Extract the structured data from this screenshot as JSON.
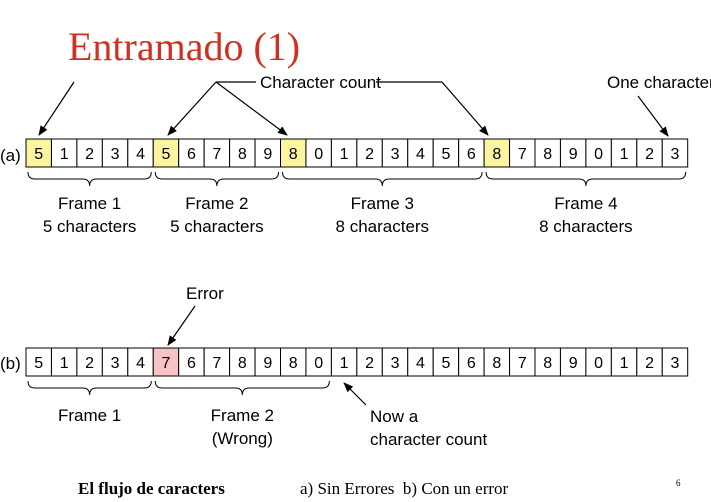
{
  "slide": {
    "title": "Entramado (1)",
    "footer_bold": "El flujo de caracters",
    "footer_text": "a) Sin Errores  b) Con un error",
    "page_mark": "6"
  },
  "colors": {
    "title": "#d0301f",
    "count_highlight": "#fbf5a0",
    "error_highlight": "#f6c4c4",
    "line": "#000000"
  },
  "diagram_a": {
    "label": "(a)",
    "cells": [
      "5",
      "1",
      "2",
      "3",
      "4",
      "5",
      "6",
      "7",
      "8",
      "9",
      "8",
      "0",
      "1",
      "2",
      "3",
      "4",
      "5",
      "6",
      "8",
      "7",
      "8",
      "9",
      "0",
      "1",
      "2",
      "3"
    ],
    "highlighted": [
      0,
      5,
      10,
      18
    ],
    "callout_character_count": "Character count",
    "callout_one_character": "One character",
    "frames": [
      {
        "name": "Frame 1",
        "size": "5 characters",
        "start": 0,
        "end": 4
      },
      {
        "name": "Frame 2",
        "size": "5 characters",
        "start": 5,
        "end": 9
      },
      {
        "name": "Frame 3",
        "size": "8 characters",
        "start": 10,
        "end": 17
      },
      {
        "name": "Frame 4",
        "size": "8 characters",
        "start": 18,
        "end": 25
      }
    ]
  },
  "diagram_b": {
    "label": "(b)",
    "cells": [
      "5",
      "1",
      "2",
      "3",
      "4",
      "7",
      "6",
      "7",
      "8",
      "9",
      "8",
      "0",
      "1",
      "2",
      "3",
      "4",
      "5",
      "6",
      "8",
      "7",
      "8",
      "9",
      "0",
      "1",
      "2",
      "3"
    ],
    "error_index": 5,
    "callout_error": "Error",
    "callout_now_line1": "Now a",
    "callout_now_line2": "character count",
    "frames": [
      {
        "name": "Frame 1",
        "size": "",
        "start": 0,
        "end": 4
      },
      {
        "name": "Frame 2",
        "size": "(Wrong)",
        "start": 5,
        "end": 11
      }
    ]
  }
}
